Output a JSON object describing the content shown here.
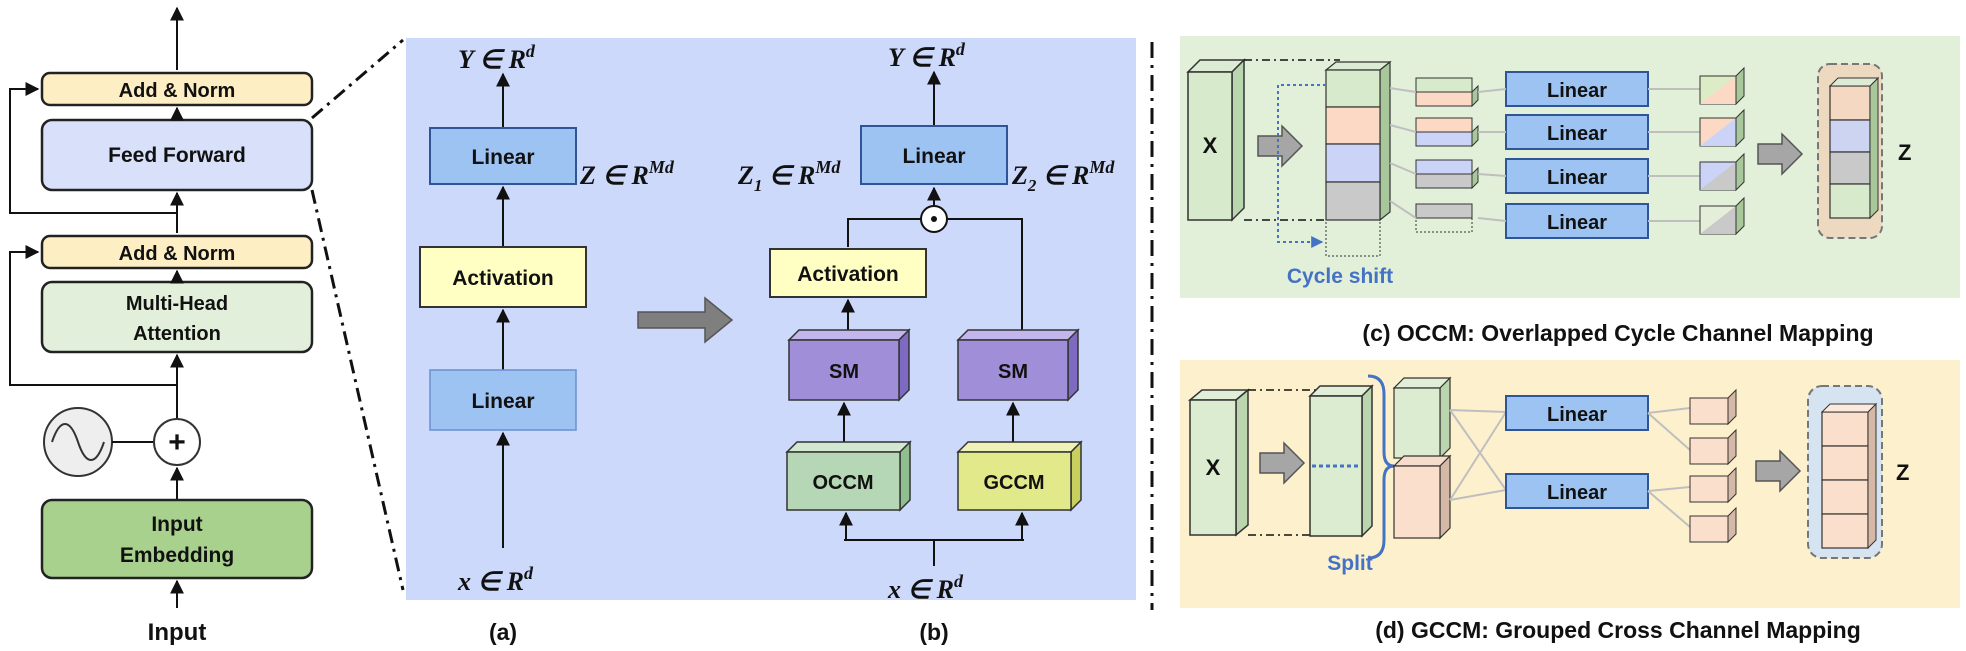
{
  "transformer": {
    "output_arrow": "",
    "add_norm_top": "Add & Norm",
    "feed_forward": "Feed Forward",
    "add_norm_bottom": "Add & Norm",
    "mha_line1": "Multi-Head",
    "mha_line2": "Attention",
    "embed_line1": "Input",
    "embed_line2": "Embedding",
    "input": "Input",
    "plus_symbol": "+"
  },
  "panel_a": {
    "caption": "(a)",
    "output": "Y ∈ R",
    "output_sup": "d",
    "linear_top": "Linear",
    "z_label": "Z ∈ R",
    "z_sup": "Md",
    "activation": "Activation",
    "linear_bottom": "Linear",
    "input": "x ∈ R",
    "input_sup": "d"
  },
  "panel_b": {
    "caption": "(b)",
    "output": "Y ∈ R",
    "output_sup": "d",
    "linear": "Linear",
    "z1_label": "Z",
    "z1_sub": "1",
    "z1_rest": " ∈ R",
    "z1_sup": "Md",
    "z2_label": "Z",
    "z2_sub": "2",
    "z2_rest": " ∈ R",
    "z2_sup": "Md",
    "odot": "⊙",
    "activation": "Activation",
    "sm_left": "SM",
    "sm_right": "SM",
    "occm": "OCCM",
    "gccm": "GCCM",
    "input": "x ∈ R",
    "input_sup": "d"
  },
  "panel_c": {
    "caption": "(c) OCCM: Overlapped Cycle Channel Mapping",
    "x": "X",
    "z": "Z",
    "cycle_shift": "Cycle shift",
    "linears": [
      "Linear",
      "Linear",
      "Linear",
      "Linear"
    ]
  },
  "panel_d": {
    "caption": "(d) GCCM: Grouped Cross Channel Mapping",
    "x": "X",
    "z": "Z",
    "split": "Split",
    "linears": [
      "Linear",
      "Linear"
    ]
  },
  "colors": {
    "panel_ab_bg": "#cdd9fb",
    "panel_c_bg": "#e2efd9",
    "panel_d_bg": "#fdf0cc",
    "add_norm": "#fdeec4",
    "feed_forward": "#d9e1fa",
    "mha": "#e2efda",
    "embedding": "#a9d18e",
    "linear": "#9dc3f3",
    "activation": "#ffffc4",
    "sm": "#a08fd8",
    "occm": "#b5d7b5",
    "gccm": "#e2e98a",
    "accent_blue": "#4472c4"
  }
}
